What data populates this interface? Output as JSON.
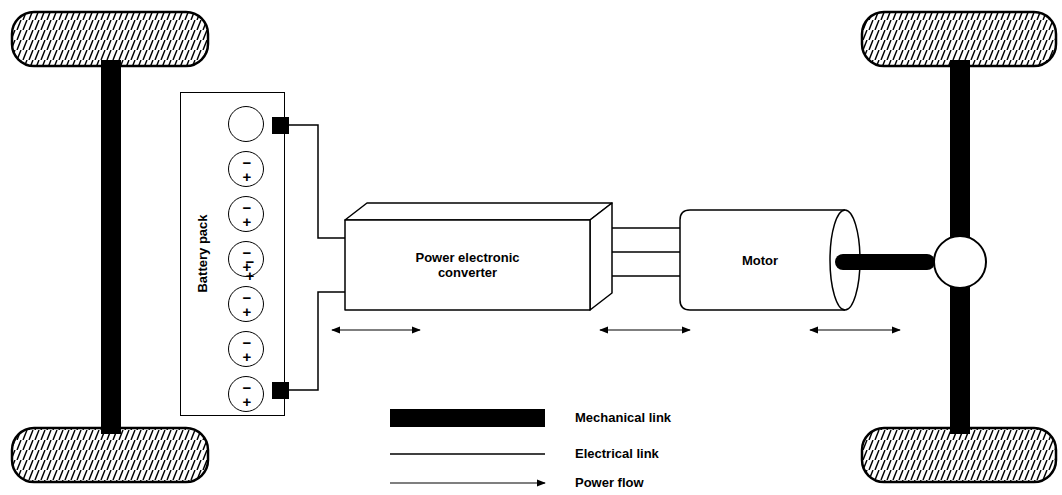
{
  "diagram": {
    "nodes": [
      {
        "text": [
          "Battery pack"
        ]
      },
      {
        "text": [
          "−",
          "+"
        ],
        "in": 0
      },
      {
        "text": [
          "−",
          "+"
        ],
        "in": 0
      },
      {
        "text": [
          "−",
          "+"
        ],
        "in": 0
      },
      {
        "text": [
          "−",
          "+"
        ],
        "in": 0
      },
      {
        "text": [
          "−",
          "+"
        ],
        "in": 0
      },
      {
        "text": [
          "−",
          "+"
        ],
        "in": 0
      },
      {
        "text": [
          "−",
          "+"
        ],
        "in": 0
      },
      {
        "text": [
          "Power electronic converter"
        ]
      },
      {
        "text": [
          "Motor"
        ]
      }
    ],
    "edges": [
      {
        "from": 0,
        "to": 8,
        "arrow": "none"
      },
      {
        "from": 0,
        "to": 8,
        "arrow": "none"
      },
      {
        "from": 8,
        "to": 9,
        "arrow": "none"
      },
      {
        "from": 8,
        "to": 9,
        "arrow": "none"
      },
      {
        "from": 8,
        "to": 9,
        "arrow": "none"
      }
    ],
    "legend": [
      {
        "text": "Mechanical link"
      },
      {
        "text": "Electrical link"
      },
      {
        "text": "Power flow"
      }
    ]
  }
}
